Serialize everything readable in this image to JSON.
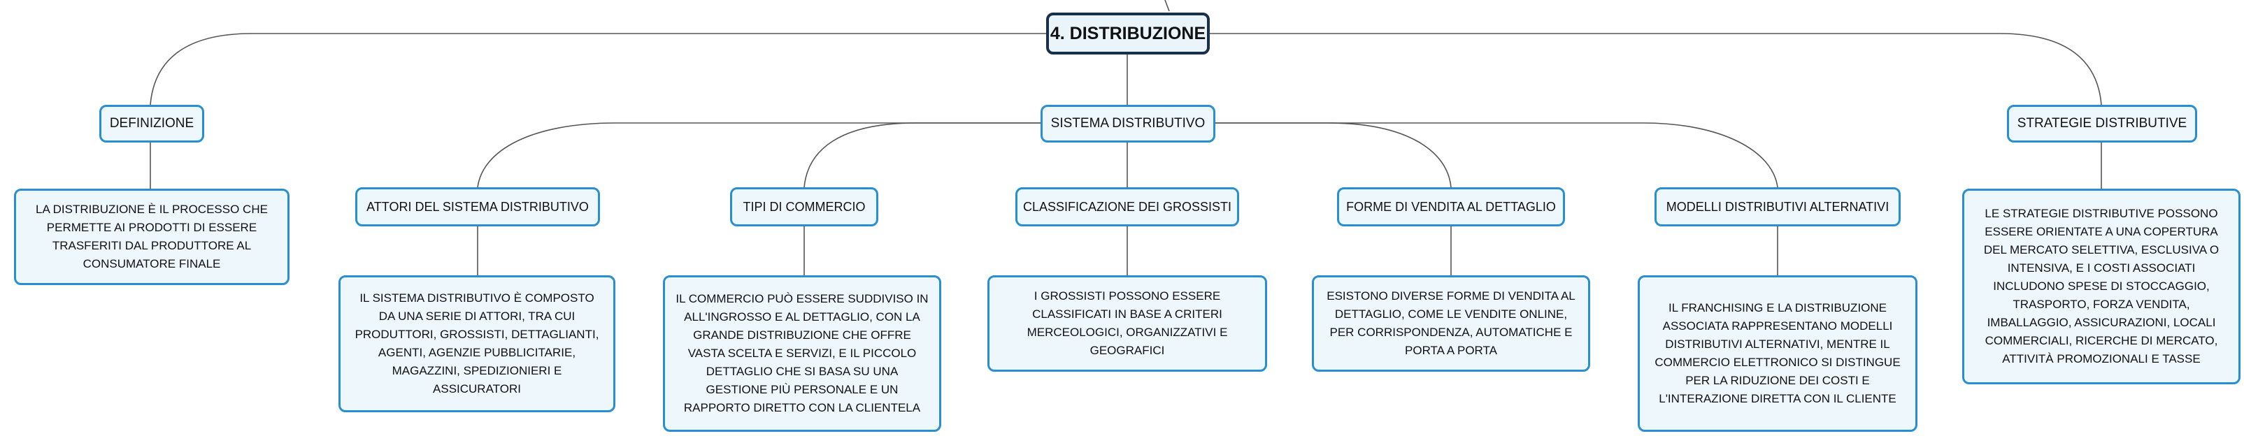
{
  "root": {
    "label": "4. DISTRIBUZIONE"
  },
  "topics": [
    {
      "id": "definizione",
      "label": "DEFINIZIONE",
      "leaf": "LA DISTRIBUZIONE È IL PROCESSO CHE PERMETTE AI PRODOTTI DI ESSERE TRASFERITI DAL PRODUTTORE AL CONSUMATORE FINALE"
    },
    {
      "id": "sistema",
      "label": "SISTEMA DISTRIBUTIVO",
      "children": [
        {
          "label": "ATTORI DEL SISTEMA DISTRIBUTIVO",
          "leaf": "IL SISTEMA DISTRIBUTIVO È COMPOSTO DA UNA SERIE DI ATTORI, TRA CUI PRODUTTORI, GROSSISTI, DETTAGLIANTI, AGENTI, AGENZIE PUBBLICITARIE, MAGAZZINI, SPEDIZIONIERI E ASSICURATORI"
        },
        {
          "label": "TIPI DI COMMERCIO",
          "leaf": "IL COMMERCIO PUÒ ESSERE SUDDIVISO IN ALL'INGROSSO E AL DETTAGLIO, CON LA GRANDE DISTRIBUZIONE CHE OFFRE VASTA SCELTA E SERVIZI, E IL PICCOLO DETTAGLIO CHE SI BASA SU UNA GESTIONE PIÙ PERSONALE E UN RAPPORTO DIRETTO CON LA CLIENTELA"
        },
        {
          "label": "CLASSIFICAZIONE DEI GROSSISTI",
          "leaf": "I GROSSISTI POSSONO ESSERE CLASSIFICATI IN BASE A CRITERI MERCEOLOGICI, ORGANIZZATIVI E GEOGRAFICI"
        },
        {
          "label": "FORME DI VENDITA AL DETTAGLIO",
          "leaf": "ESISTONO DIVERSE FORME DI VENDITA AL DETTAGLIO, COME LE VENDITE ONLINE, PER CORRISPONDENZA, AUTOMATICHE E PORTA A PORTA"
        },
        {
          "label": "MODELLI DISTRIBUTIVI ALTERNATIVI",
          "leaf": "IL FRANCHISING E LA DISTRIBUZIONE ASSOCIATA RAPPRESENTANO MODELLI DISTRIBUTIVI ALTERNATIVI, MENTRE IL COMMERCIO ELETTRONICO SI DISTINGUE PER LA RIDUZIONE DEI COSTI E L'INTERAZIONE DIRETTA CON IL CLIENTE"
        }
      ]
    },
    {
      "id": "strategie",
      "label": "STRATEGIE DISTRIBUTIVE",
      "leaf": "LE STRATEGIE DISTRIBUTIVE POSSONO ESSERE ORIENTATE A UNA COPERTURA DEL MERCATO SELETTIVA, ESCLUSIVA O INTENSIVA, E I COSTI ASSOCIATI INCLUDONO SPESE DI STOCCAGGIO, TRASPORTO, FORZA VENDITA, IMBALLAGGIO, ASSICURAZIONI, LOCALI COMMERCIALI, RICERCHE DI MERCATO, ATTIVITÀ PROMOZIONALI E TASSE"
    }
  ],
  "colors": {
    "node_border": "#2a8fd0",
    "node_fill": "#eef7fc",
    "root_border": "#1c2f4a",
    "line": "#555555"
  }
}
